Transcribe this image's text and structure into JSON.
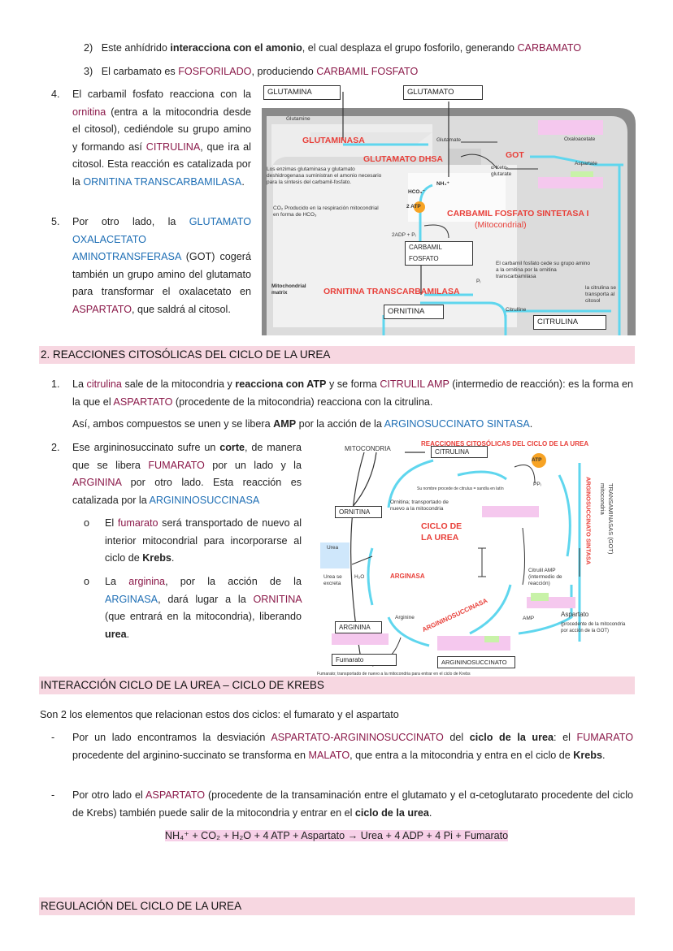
{
  "top_steps": {
    "s2": {
      "num": "2)",
      "pre": "Este anhídrido ",
      "bold": "interacciona con el amonio",
      "mid": ", el cual desplaza el grupo fosforilo, generando ",
      "hl": "CARBAMATO"
    },
    "s3": {
      "num": "3)",
      "pre": "El carbamato es ",
      "hl1": "FOSFORILADO",
      "mid": ", produciendo ",
      "hl2": "CARBAMIL FOSFATO"
    }
  },
  "item4": {
    "num": "4.",
    "t1": "El carbamil fosfato reacciona con la ",
    "orn": "ornitina",
    "t2": " (entra a la mitocondria desde el citosol), cediéndole su grupo amino y formando así ",
    "cit": "CITRULINA",
    "t3": ", que ira al citosol. Esta reacción es catalizada por la ",
    "enz": "ORNITINA TRANSCARBAMILASA",
    "t4": "."
  },
  "item5": {
    "num": "5.",
    "t1": "Por otro lado, la ",
    "enz": "GLUTAMATO OXALACETATO AMINOTRANSFERASA",
    "t2": " (GOT) cogerá también un grupo amino del glutamato para transformar el oxalacetato en ",
    "asp": "ASPARTATO",
    "t3": ", que saldrá al citosol."
  },
  "fig1": {
    "glutamina": "GLUTAMINA",
    "glutamato": "GLUTAMATO",
    "glutamine": "Glutamine",
    "glutaminasa": "GLUTAMINASA",
    "glutamate": "Glutamate",
    "glutamato_dhsa": "GLUTAMATO DHSA",
    "got": "GOT",
    "oxaloacetate": "Oxaloacetate",
    "aspartate": "Aspartate",
    "ketoglutarate": "α-Keto-glutarate",
    "nh4": "NH₄⁺",
    "enzimas_note": "Los enzimas glutaminasa y glutamato deshidrogenasa suministran el amonio necesario para la síntesis del carbamil-fosfato.",
    "hco3": "HCO₃⁻",
    "atp2": "2 ATP",
    "co2_note": "CO₂ Producido en la respiración mitocondrial en forma de HCO₃",
    "cps": "CARBAMIL FOSFATO SINTETASA I",
    "cps_sub": "(Mitocondrial)",
    "adp": "2ADP + Pᵢ",
    "carbamil": "CARBAMIL FOSFATO",
    "cede_note": "El carbamil fosfato cede su grupo amino a la ornitina por la ornitina transcarbamilasa",
    "matrix": "Mitochondrial matrix",
    "otc": "ORNITINA TRANSCARBAMILASA",
    "pi": "Pᵢ",
    "ornitina": "ORNITINA",
    "citrulline": "Citrulline",
    "citrulina": "CITRULINA",
    "transporte": "la citrulina se transporta al citosol"
  },
  "sec2": {
    "title": "2. REACCIONES CITOSÓLICAS DEL CICLO DE LA UREA",
    "p1": {
      "num": "1.",
      "t1": "La ",
      "cit": "citrulina",
      "t2": " sale de la mitocondria y ",
      "b1": "reacciona con ATP",
      "t3": " y se forma ",
      "amp": "CITRULIL AMP",
      "t4": " (intermedio de reacción): es la forma en la que el ",
      "asp": "ASPARTATO",
      "t5": " (procedente de la mitocondria) reacciona con la citrulina."
    },
    "p1b": {
      "t1": "Así, ambos compuestos se unen y se libera ",
      "b": "AMP",
      "t2": " por la acción de la ",
      "enz": "ARGINOSUCCINATO SINTASA",
      "t3": "."
    },
    "p2": {
      "num": "2.",
      "t1": "Ese argininosuccinato sufre un ",
      "b": "corte",
      "t2": ", de manera que se libera ",
      "fum": "FUMARATO",
      "t3": " por un lado y la ",
      "arg": "ARGININA",
      "t4": " por otro lado. Esta reacción es catalizada por la ",
      "enz": "ARGININOSUCCINASA"
    },
    "sub1": {
      "bullet": "o",
      "t1": "El ",
      "fum": "fumarato",
      "t2": " será transportado de nuevo al interior mitocondrial para incorporarse al ciclo de ",
      "b": "Krebs",
      "t3": "."
    },
    "sub2": {
      "bullet": "o",
      "t1": "La ",
      "arg": "arginina",
      "t2": ", por la acción de la ",
      "enz": "ARGINASA",
      "t3": ", dará lugar a la ",
      "orn": "ORNITINA",
      "t4": " (que entrará en la mitocondria), liberando ",
      "b": "urea",
      "t5": "."
    }
  },
  "fig2": {
    "title": "REACCIONES CITOSÓLICAS DEL CICLO DE LA UREA",
    "mitocondria": "MITOCONDRIA",
    "citrulina": "CITRULINA",
    "atp": "ATP",
    "su_nombre": "Su nombre procede de citrulus = sandía en latín",
    "ppi": "PPᵢ",
    "ornitina": "ORNITINA",
    "orn_note": "Ornitina; transportado de nuevo a la mitocondria",
    "ciclo": "CICLO DE LA UREA",
    "arg_sintasa": "ARGINOSUCCINATO SINTASA",
    "transaminasas": "TRANSAMINASAS (GOT) mitocondria",
    "urea": "Urea",
    "h2o": "H₂O",
    "urea_note": "Urea se excreta",
    "arginasa": "ARGINASA",
    "citrulil_note": "Citrulil AMP (intermedio de reacción)",
    "arginina": "ARGININA",
    "arginine": "Arginine",
    "argininosuccinasa": "ARGININOSUCCINASA",
    "amp": "AMP",
    "aspartato": "Aspartato",
    "asp_note": "(procedente de la mitocondria por acción de la GOT)",
    "fumarato": "Fumarato",
    "argininosuccinato": "ARGININOSUCCINATO",
    "fumarato_note": "Fumarato; transportado de nuevo a la mitocondria para entrar en el ciclo de Krebs"
  },
  "sec3": {
    "title": "INTERACCIÓN CICLO DE LA UREA – CICLO DE KREBS",
    "intro": "Son 2 los elementos que relacionan estos dos ciclos: el fumarato y el aspartato",
    "d1": {
      "dash": "-",
      "t1": "Por un lado encontramos la desviación ",
      "h1": "ASPARTATO-ARGININOSUCCINATO",
      "t2": " del ",
      "b1": "ciclo de la urea",
      "t3": ": el ",
      "h2": "FUMARATO",
      "t4": " procedente del arginino-succinato se transforma en ",
      "h3": "MALATO",
      "t5": ", que entra a la mitocondria y entra en el ciclo de ",
      "b2": "Krebs",
      "t6": "."
    },
    "d2": {
      "dash": "-",
      "t1": "Por otro lado el ",
      "h1": "ASPARTATO",
      "t2": " (procedente de la transaminación entre el glutamato y el α-cetoglutarato procedente del ciclo de Krebs) también puede salir de la mitocondria y entrar en el ",
      "b1": "ciclo de la urea",
      "t3": "."
    },
    "equation": "NH₄⁺ + CO₂ + H₂O + 4 ATP + Aspartato → Urea + 4 ADP + 4 Pi + Fumarato"
  },
  "sec4": {
    "title": "REGULACIÓN DEL CICLO DE LA UREA"
  }
}
